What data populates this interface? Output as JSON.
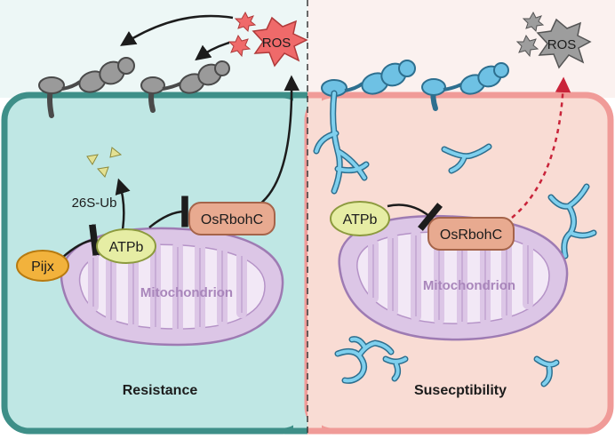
{
  "left_panel": {
    "label": "Resistance",
    "ros": "ROS",
    "degradation": "26S-Ub",
    "effector": "Pijx",
    "atp": "ATPb",
    "rboh": "OsRbohC",
    "organelle": "Mitochondrion"
  },
  "right_panel": {
    "label": "Susecptibility",
    "ros": "ROS",
    "atp": "ATPb",
    "rboh": "OsRbohC",
    "organelle": "Mitochondrion"
  },
  "colors": {
    "resistance_bg": "#bfe7e4",
    "resistance_border": "#3e8f88",
    "susceptibility_bg": "#f9dcd4",
    "susceptibility_border": "#f09b98",
    "mitochondrion_fill": "#dcc6e6",
    "mitochondrion_stroke": "#9e7bb3",
    "atp_fill": "#e6eda4",
    "rboh_fill": "#e8aa90",
    "pijx_fill": "#f2b23c",
    "ros_active": "#ef6a6a",
    "ros_inactive": "#9d9d9d",
    "spore_grey": "#8f8f8f",
    "spore_blue": "#6ec1e4",
    "hyphae_blue": "#5aaed6",
    "degradation_fragments": "#e3e193"
  }
}
